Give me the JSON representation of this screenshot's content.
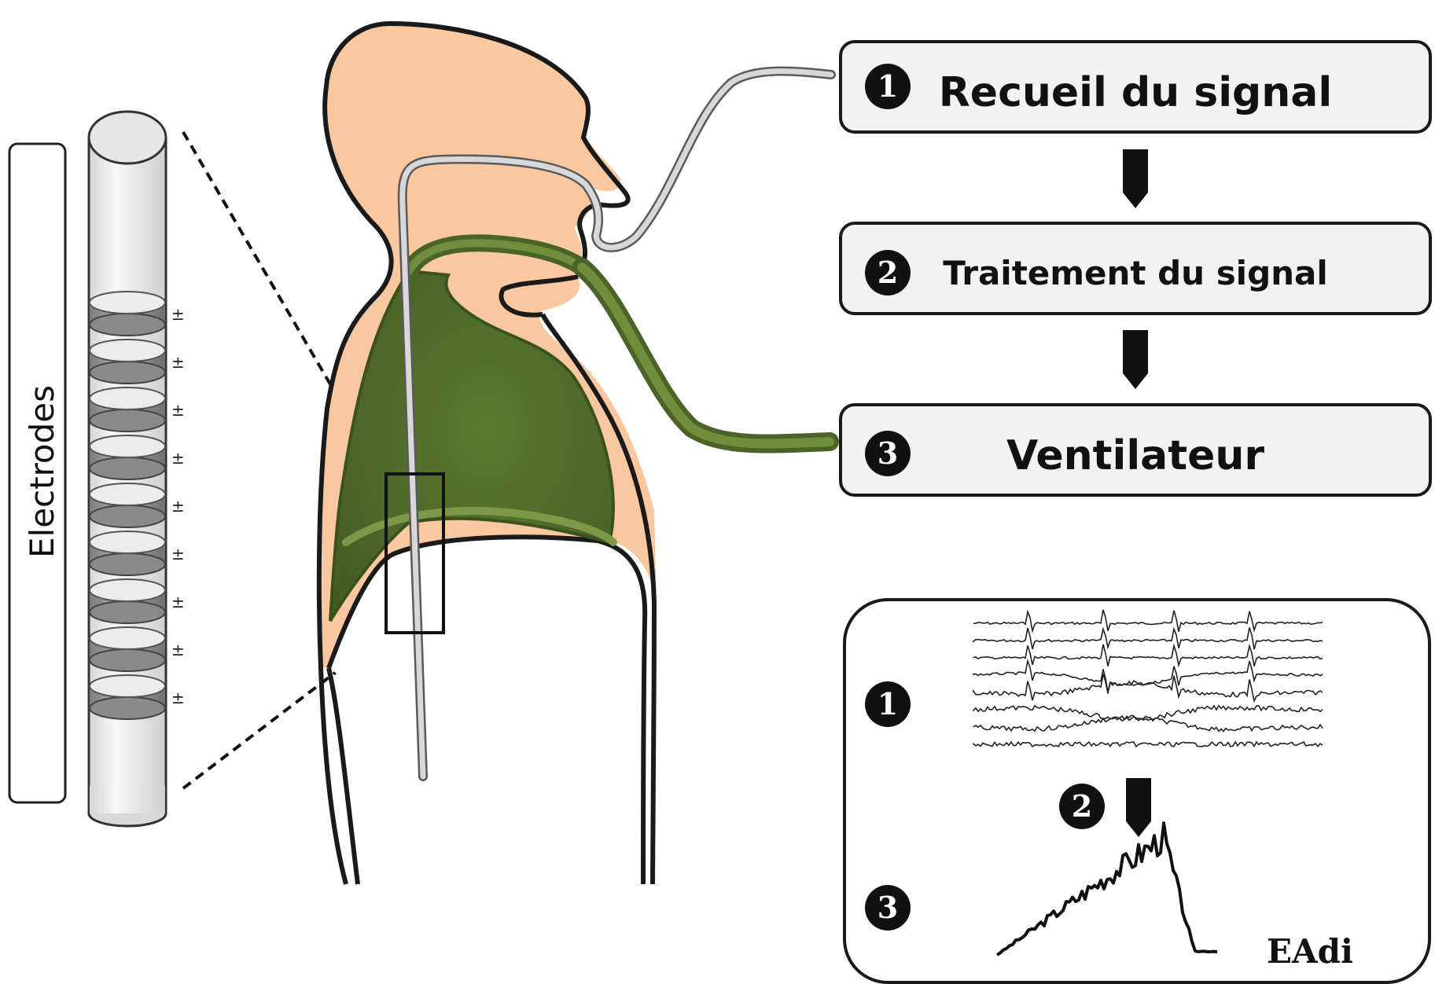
{
  "electrodes_label": "Electrodes",
  "electrode_symbol": "±",
  "electrode_count": 9,
  "steps": [
    {
      "number": "1",
      "label": "Recueil du signal"
    },
    {
      "number": "2",
      "label": "Traitement du signal"
    },
    {
      "number": "3",
      "label": "Ventilateur"
    }
  ],
  "inset": {
    "numbers": [
      "1",
      "2",
      "3"
    ],
    "signal_label": "EAdi"
  },
  "colors": {
    "skin": "#FAC8A0",
    "lung": "#5E7A32",
    "outline": "#1a1a1a",
    "box_fill": "#F2F2F2",
    "catheter": "#BDBDBD"
  }
}
